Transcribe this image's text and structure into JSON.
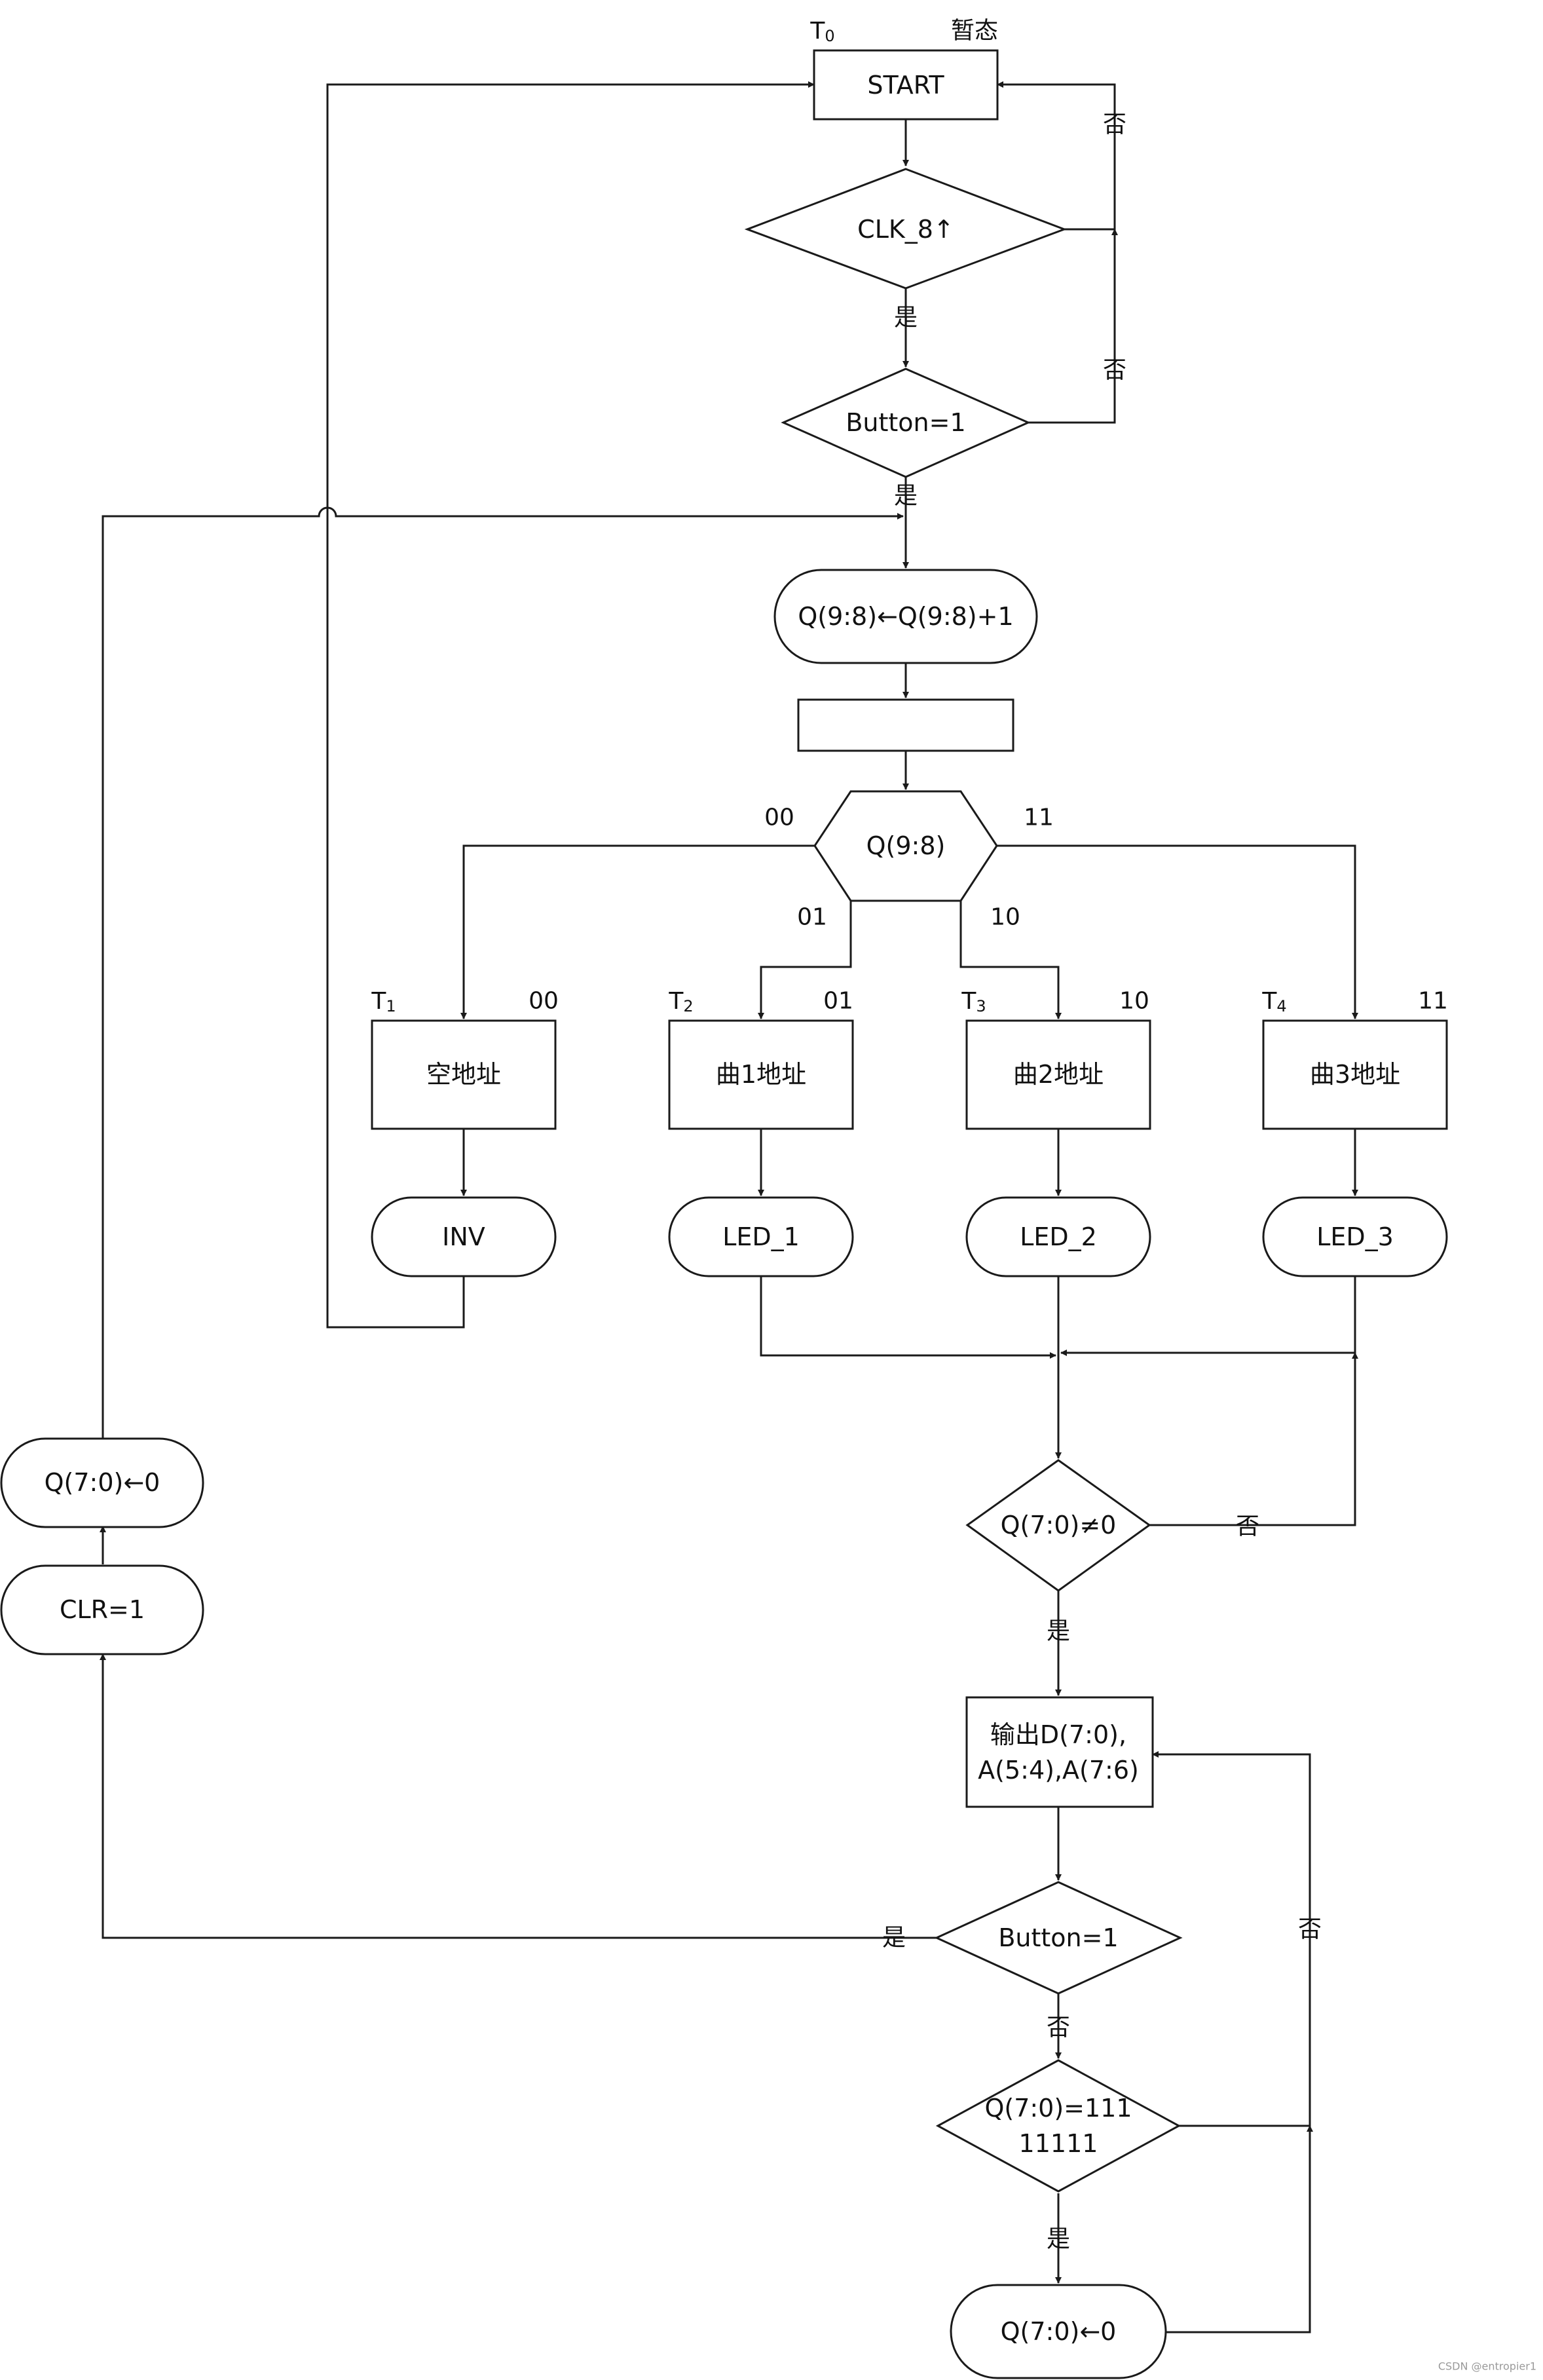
{
  "nodes": {
    "start": "START",
    "clk": "CLK_8↑",
    "button_top": "Button=1",
    "q98_inc": "Q(9:8)←Q(9:8)+1",
    "empty_box": "",
    "q98_switch": "Q(9:8)",
    "addr_empty": "空地址",
    "addr_song1": "曲1地址",
    "addr_song2": "曲2地址",
    "addr_song3": "曲3地址",
    "inv": "INV",
    "led1": "LED_1",
    "led2": "LED_2",
    "led3": "LED_3",
    "q70_ne0": "Q(7:0)≠0",
    "output_line1": "输出D(7:0),",
    "output_line2": "A(5:4),A(7:6)",
    "button_bottom": "Button=1",
    "q70_full_line1": "Q(7:0)=111",
    "q70_full_line2": "11111",
    "q70_reset_bottom": "Q(7:0)←0",
    "clr": "CLR=1",
    "q70_reset_left": "Q(7:0)←0"
  },
  "states": {
    "t0": {
      "main": "T",
      "sub": "0"
    },
    "t0_note": "暂态",
    "t1": {
      "main": "T",
      "sub": "1"
    },
    "t2": {
      "main": "T",
      "sub": "2"
    },
    "t3": {
      "main": "T",
      "sub": "3"
    },
    "t4": {
      "main": "T",
      "sub": "4"
    }
  },
  "edges": {
    "no_start_top": "否",
    "yes_clk": "是",
    "no_button_top": "否",
    "yes_button_top": "是",
    "case_00": "00",
    "case_01": "01",
    "case_10": "10",
    "case_11": "11",
    "branch_00": "00",
    "branch_01": "01",
    "branch_10": "10",
    "branch_11": "11",
    "no_q70_ne0": "否",
    "yes_q70_ne0": "是",
    "yes_button_bottom": "是",
    "no_button_bottom": "否",
    "no_right_loop": "否",
    "yes_q70_full": "是"
  },
  "watermark": "CSDN @entropier1"
}
